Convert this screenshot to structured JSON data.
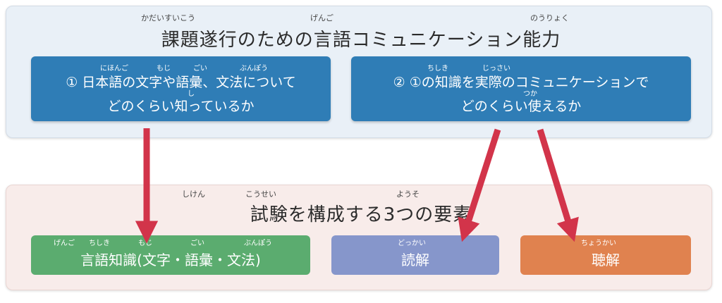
{
  "top_panel": {
    "title": "課題遂行のための言語コミュニケーション能力",
    "ruby": {
      "kadai": "かだいすいこう",
      "gengo": "げんご",
      "nouryoku": "のうりょく"
    },
    "box1": {
      "line1": "① 日本語の文字や語彙、文法について",
      "line2": "どのくらい知っているか",
      "ruby": {
        "nihongo": "にほんご",
        "moji": "もじ",
        "goi": "ごい",
        "bunpou": "ぶんぽう",
        "shi": "し"
      }
    },
    "box2": {
      "line1": "② ①の知識を実際のコミュニケーションで",
      "line2": "どのくらい使えるか",
      "ruby": {
        "chishiki": "ちしき",
        "jissai": "じっさい",
        "tsuka": "つか"
      }
    }
  },
  "bottom_panel": {
    "title": "試験を構成する3つの要素",
    "ruby": {
      "shiken": "しけん",
      "kousei": "こうせい",
      "youso": "ようそ"
    },
    "components": [
      {
        "label": "言語知識(文字・語彙・文法)",
        "color": "#5bac6f",
        "ruby": {
          "gengo": "げんご",
          "chishiki": "ちしき",
          "moji": "もじ",
          "goi": "ごい",
          "bunpou": "ぶんぽう"
        }
      },
      {
        "label": "読解",
        "color": "#8696cb",
        "ruby": {
          "dokkai": "どっかい"
        }
      },
      {
        "label": "聴解",
        "color": "#e0824f",
        "ruby": {
          "choukai": "ちょうかい"
        }
      }
    ]
  },
  "colors": {
    "arrow": "#d2344a",
    "blue_box": "#2f7db6",
    "top_panel_bg": "#e9f0f7",
    "bottom_panel_bg": "#f8ecea"
  }
}
